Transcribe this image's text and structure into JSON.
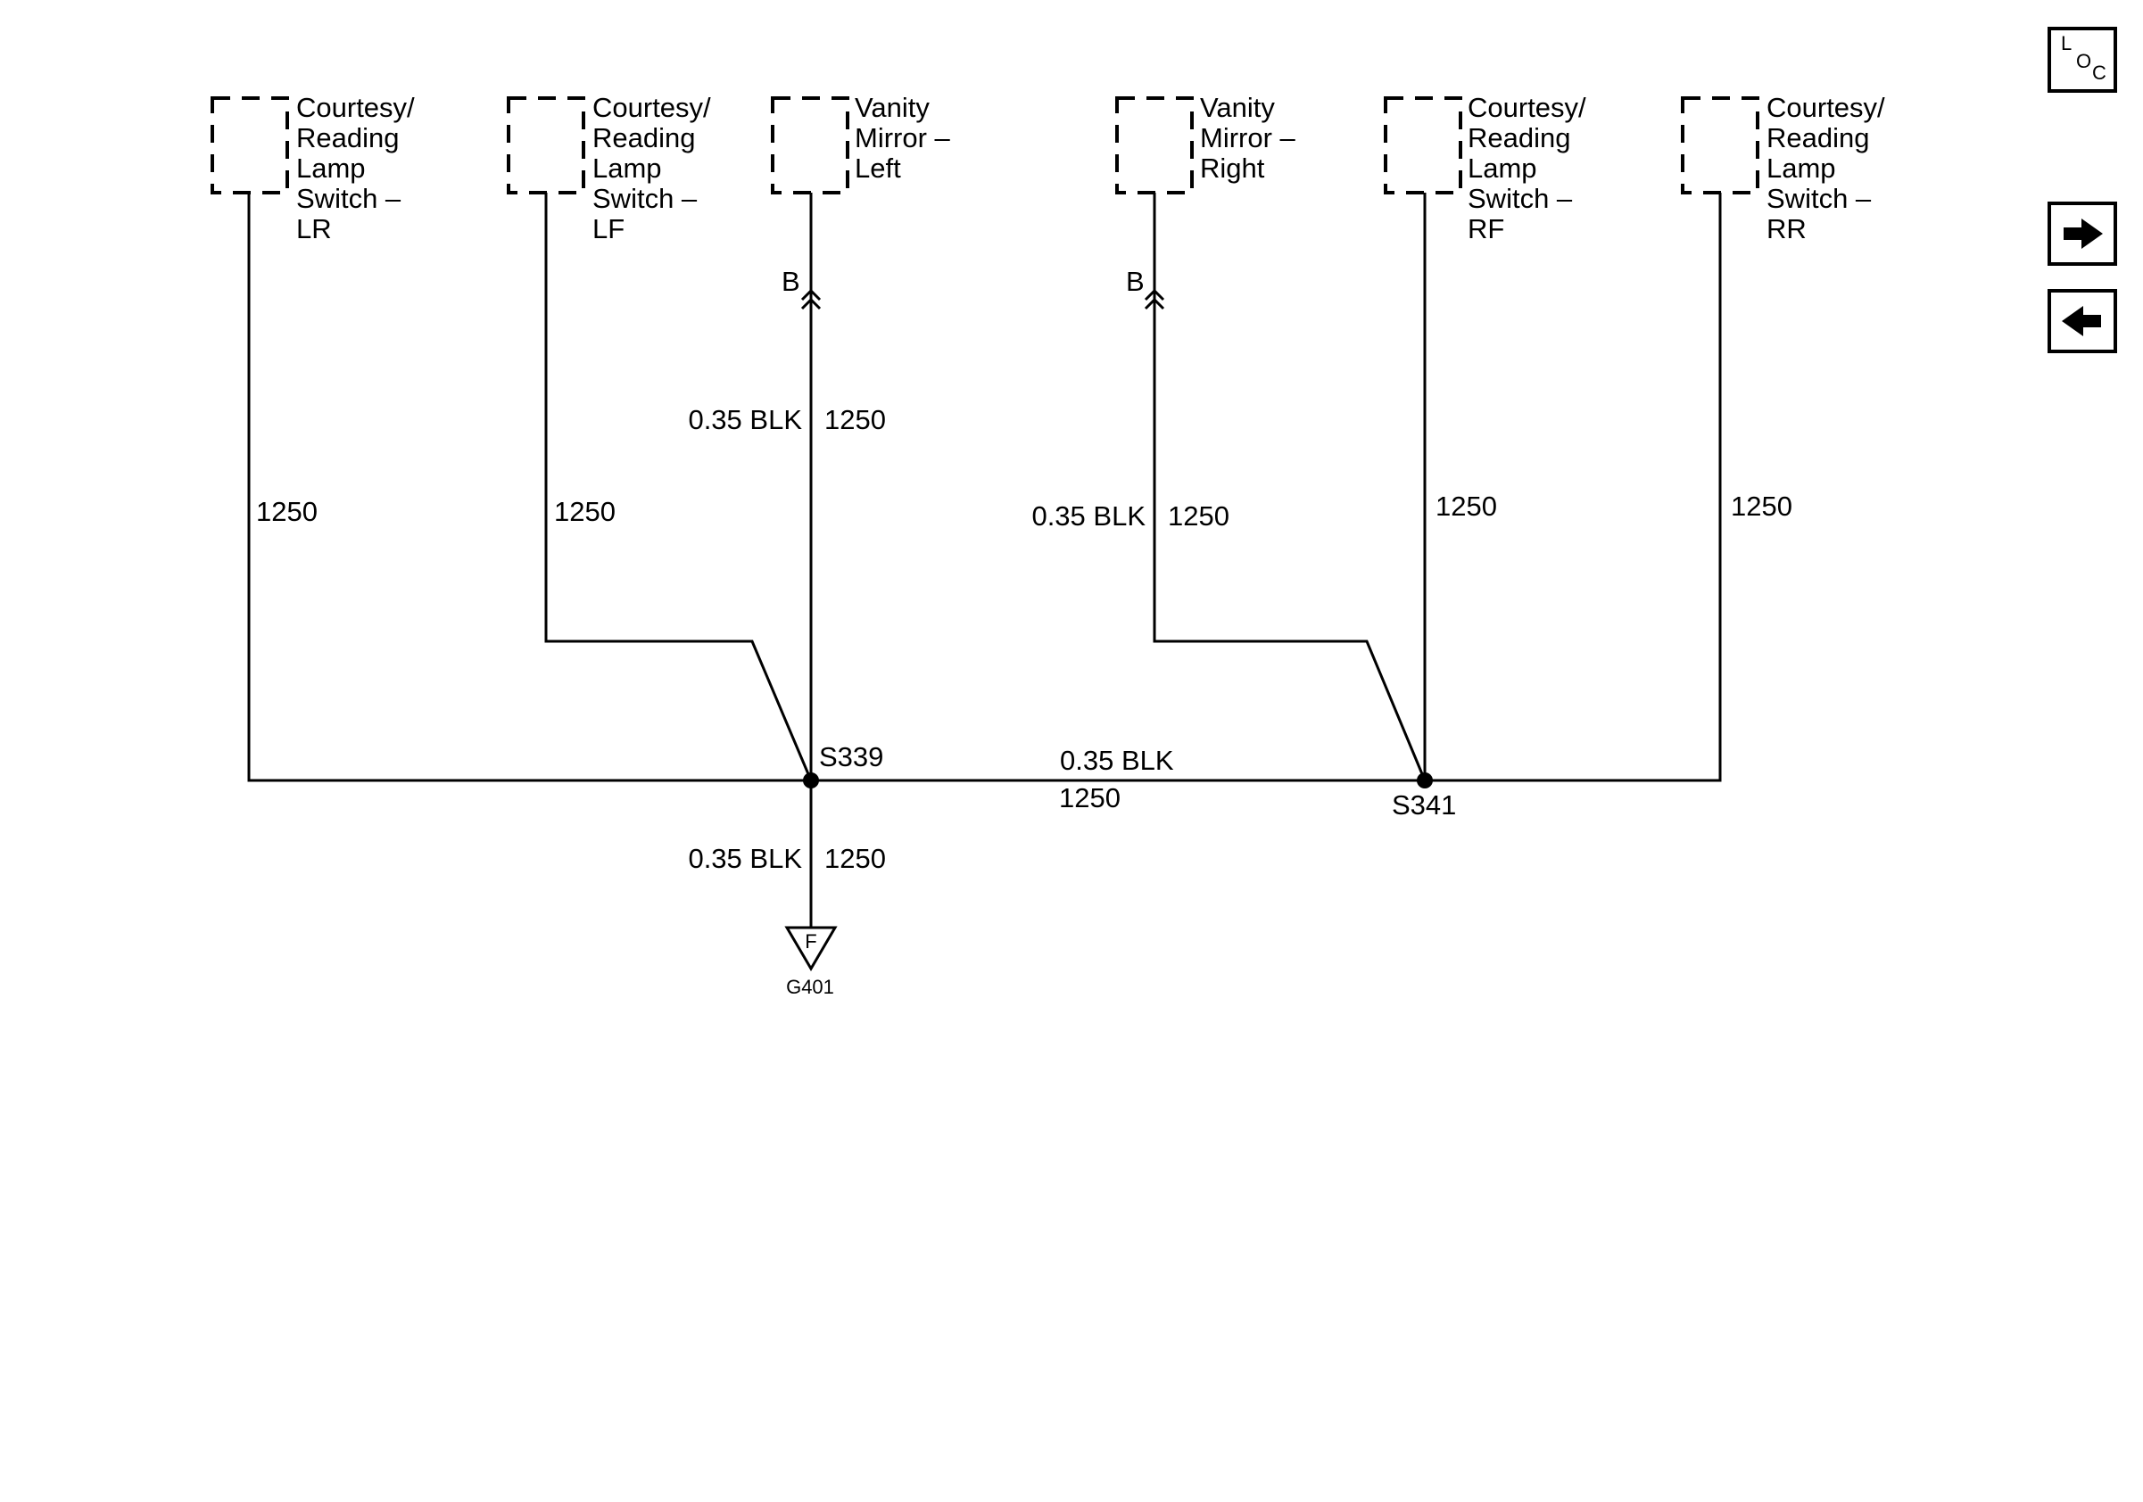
{
  "components": [
    {
      "id": "lr",
      "lines": [
        "Courtesy/",
        "Reading",
        "Lamp",
        "Switch –",
        "LR"
      ]
    },
    {
      "id": "lf",
      "lines": [
        "Courtesy/",
        "Reading",
        "Lamp",
        "Switch –",
        "LF"
      ]
    },
    {
      "id": "vml",
      "lines": [
        "Vanity",
        "Mirror –",
        "Left"
      ]
    },
    {
      "id": "vmr",
      "lines": [
        "Vanity",
        "Mirror –",
        "Right"
      ]
    },
    {
      "id": "rf",
      "lines": [
        "Courtesy/",
        "Reading",
        "Lamp",
        "Switch –",
        "RF"
      ]
    },
    {
      "id": "rr",
      "lines": [
        "Courtesy/",
        "Reading",
        "Lamp",
        "Switch –",
        "RR"
      ]
    }
  ],
  "connectors": {
    "vml": "B",
    "vmr": "B"
  },
  "wires": {
    "lr": {
      "circuit": "1250"
    },
    "lf": {
      "circuit": "1250"
    },
    "vml": {
      "gauge": "0.35 BLK",
      "circuit": "1250"
    },
    "vmr": {
      "gauge": "0.35 BLK",
      "circuit": "1250"
    },
    "rf": {
      "circuit": "1250"
    },
    "rr": {
      "circuit": "1250"
    },
    "bus": {
      "gauge": "0.35 BLK",
      "circuit": "1250"
    },
    "ground": {
      "gauge": "0.35 BLK",
      "circuit": "1250"
    }
  },
  "splices": {
    "left": "S339",
    "right": "S341"
  },
  "ground": {
    "terminal": "F",
    "label": "G401"
  },
  "nav": {
    "loc": {
      "l": "L",
      "o": "O",
      "c": "C",
      "icon": "loc-icon"
    },
    "next_icon": "arrow-right-icon",
    "prev_icon": "arrow-left-icon"
  }
}
